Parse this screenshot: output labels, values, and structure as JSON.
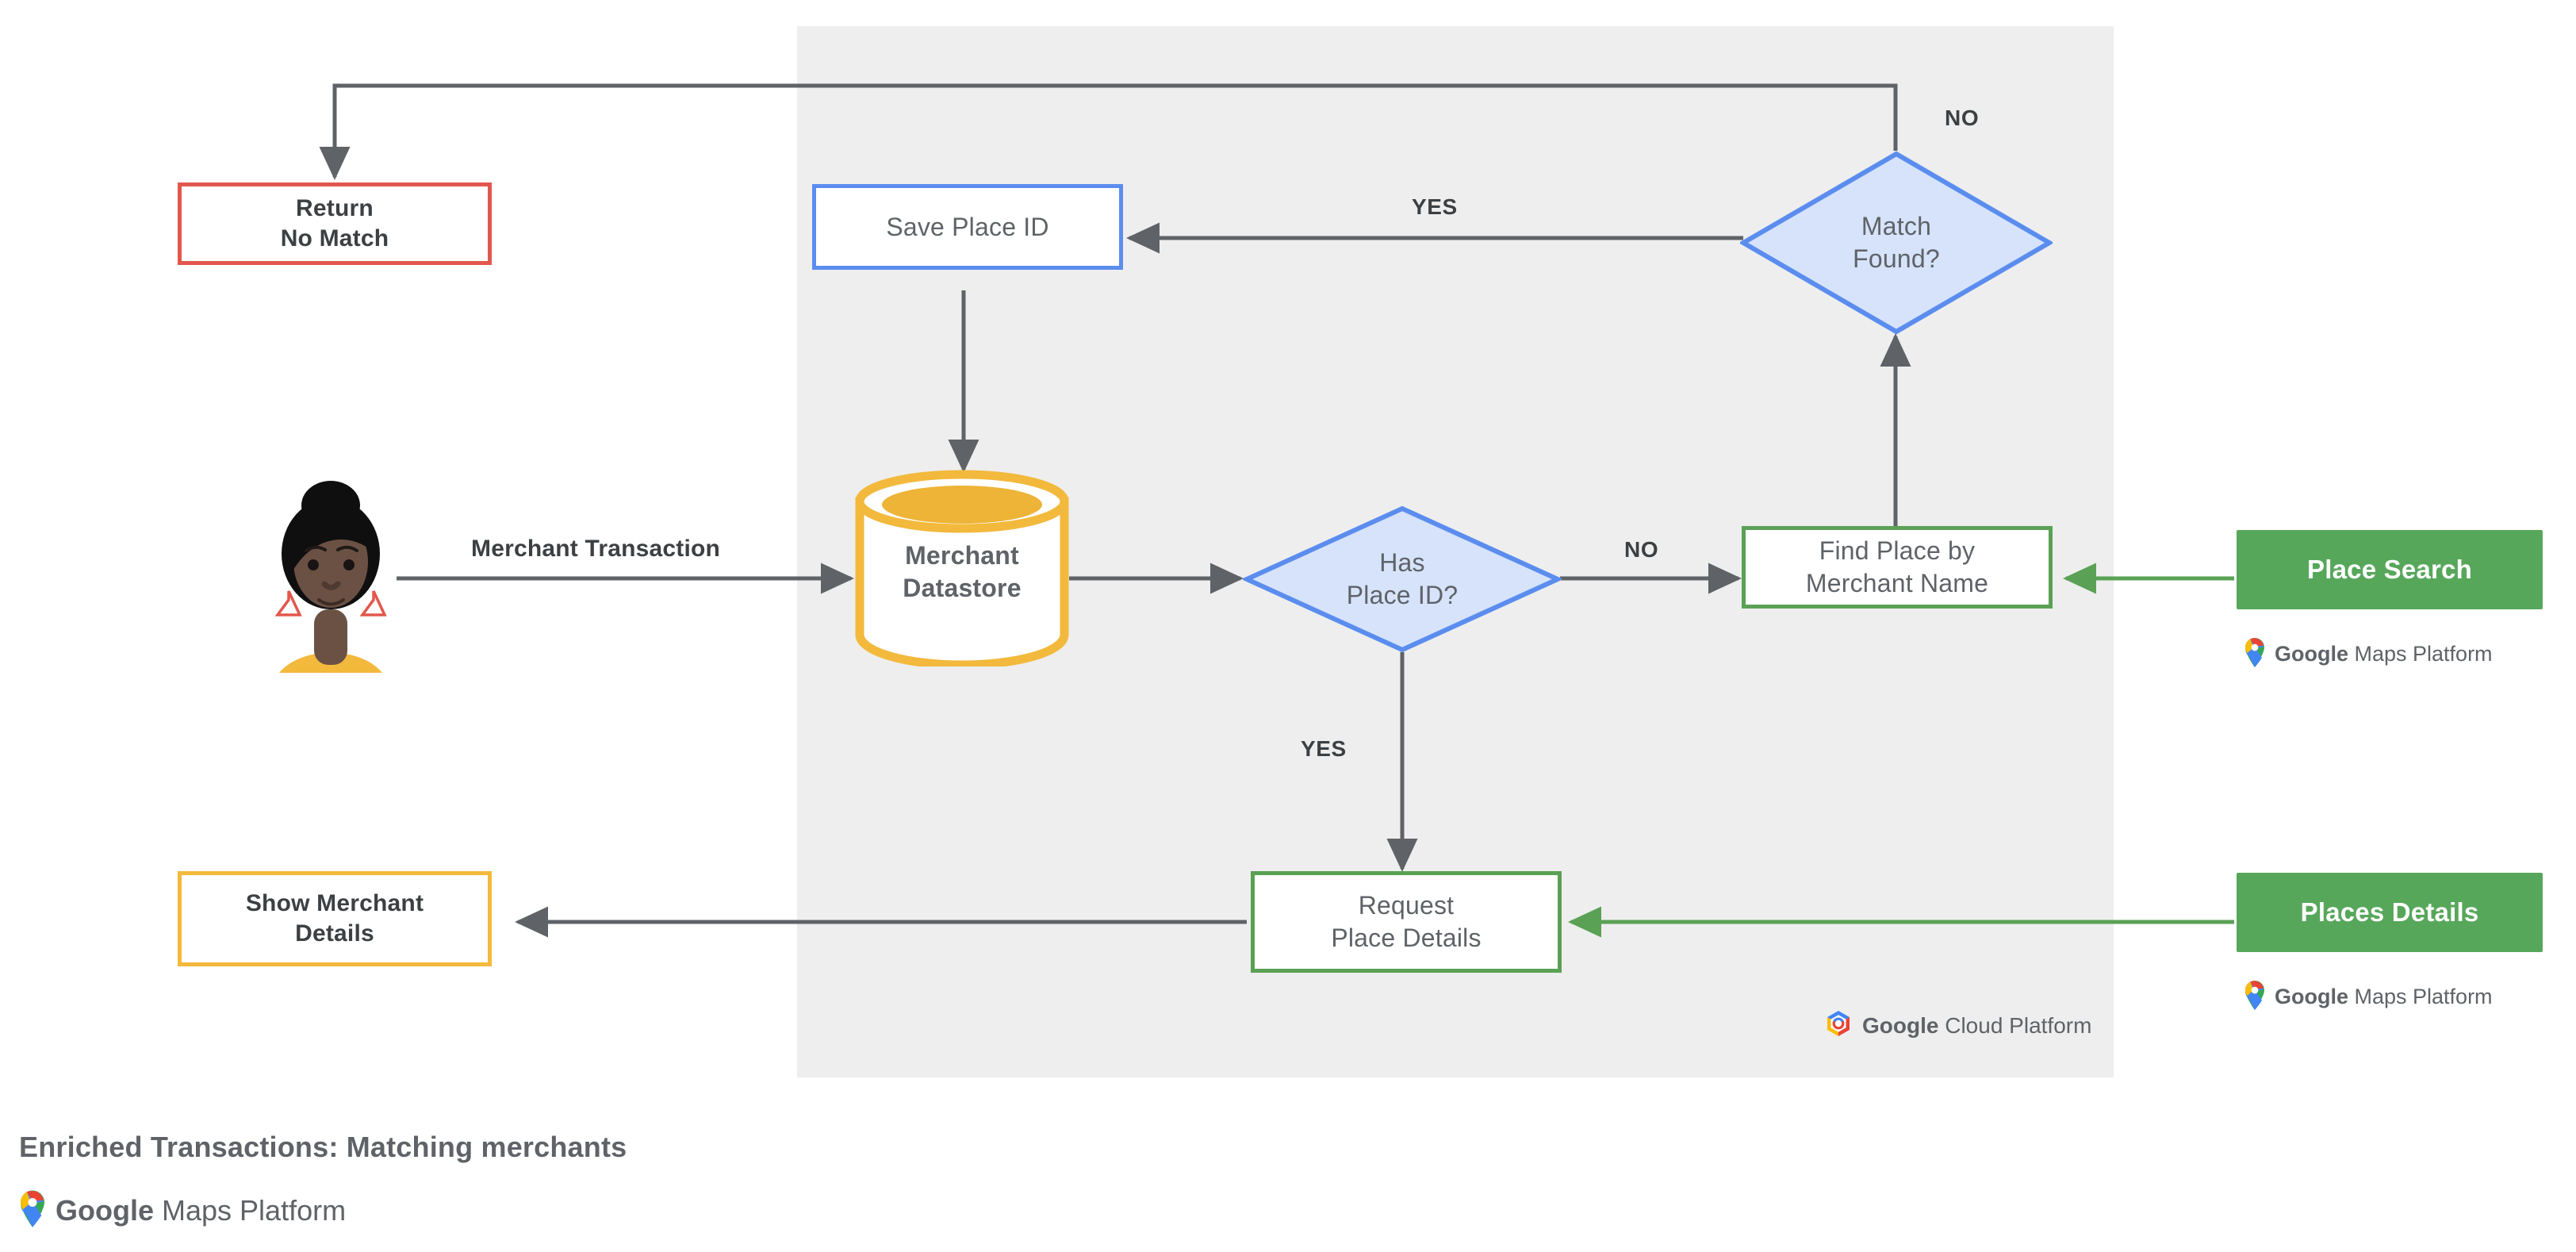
{
  "diagram": {
    "caption": "Enriched Transactions: Matching merchants",
    "panel_label": "Google Cloud Platform",
    "brand_maps": "Google Maps Platform",
    "colors": {
      "panel_bg": "#eeeeee",
      "red": "#e2574c",
      "yellow": "#f2b93c",
      "blue": "#5b8def",
      "blue_fill": "#d6e3fb",
      "green": "#5aa155",
      "green_chip": "#57a75b",
      "connector": "#5f6368",
      "text_dark": "#3c4043",
      "text_gray": "#5f6368"
    }
  },
  "nodes": {
    "return_no_match": {
      "label": "Return\nNo Match",
      "type": "process-outline",
      "accent": "#e2574c"
    },
    "save_place_id": {
      "label": "Save Place ID",
      "type": "process-outline",
      "accent": "#5b8def"
    },
    "merchant_datastore": {
      "label": "Merchant\nDatastore",
      "type": "datastore-cylinder",
      "accent": "#f2b93c"
    },
    "has_place_id": {
      "label": "Has\nPlace ID?",
      "type": "decision-diamond",
      "accent": "#5b8def"
    },
    "match_found": {
      "label": "Match\nFound?",
      "type": "decision-diamond",
      "accent": "#5b8def"
    },
    "find_place_by_merchant_name": {
      "label": "Find Place by\nMerchant Name",
      "type": "process-outline",
      "accent": "#5aa155"
    },
    "request_place_details": {
      "label": "Request\nPlace Details",
      "type": "process-outline",
      "accent": "#5aa155"
    },
    "show_merchant_details": {
      "label": "Show Merchant\nDetails",
      "type": "process-outline",
      "accent": "#f2b93c"
    },
    "place_search": {
      "label": "Place Search",
      "type": "api-chip",
      "accent": "#57a75b"
    },
    "places_details": {
      "label": "Places Details",
      "type": "api-chip",
      "accent": "#57a75b"
    },
    "merchant_actor": {
      "label": "",
      "type": "actor-avatar"
    }
  },
  "edges": [
    {
      "from": "merchant_actor",
      "to": "merchant_datastore",
      "label": "Merchant Transaction",
      "color": "#5f6368"
    },
    {
      "from": "merchant_datastore",
      "to": "has_place_id",
      "label": "",
      "color": "#5f6368"
    },
    {
      "from": "has_place_id",
      "to": "find_place_by_merchant_name",
      "label": "NO",
      "color": "#5f6368"
    },
    {
      "from": "has_place_id",
      "to": "request_place_details",
      "label": "YES",
      "color": "#5f6368"
    },
    {
      "from": "find_place_by_merchant_name",
      "to": "match_found",
      "label": "",
      "color": "#5f6368"
    },
    {
      "from": "match_found",
      "to": "save_place_id",
      "label": "YES",
      "color": "#5f6368"
    },
    {
      "from": "match_found",
      "to": "return_no_match",
      "label": "NO",
      "color": "#5f6368"
    },
    {
      "from": "save_place_id",
      "to": "merchant_datastore",
      "label": "",
      "color": "#5f6368"
    },
    {
      "from": "request_place_details",
      "to": "show_merchant_details",
      "label": "",
      "color": "#5f6368"
    },
    {
      "from": "place_search",
      "to": "find_place_by_merchant_name",
      "label": "",
      "color": "#5aa155"
    },
    {
      "from": "places_details",
      "to": "request_place_details",
      "label": "",
      "color": "#5aa155"
    }
  ],
  "labels": {
    "merchant_transaction": "Merchant Transaction",
    "yes_has_place_id": "YES",
    "no_has_place_id": "NO",
    "yes_match_found": "YES",
    "no_match_found": "NO"
  }
}
